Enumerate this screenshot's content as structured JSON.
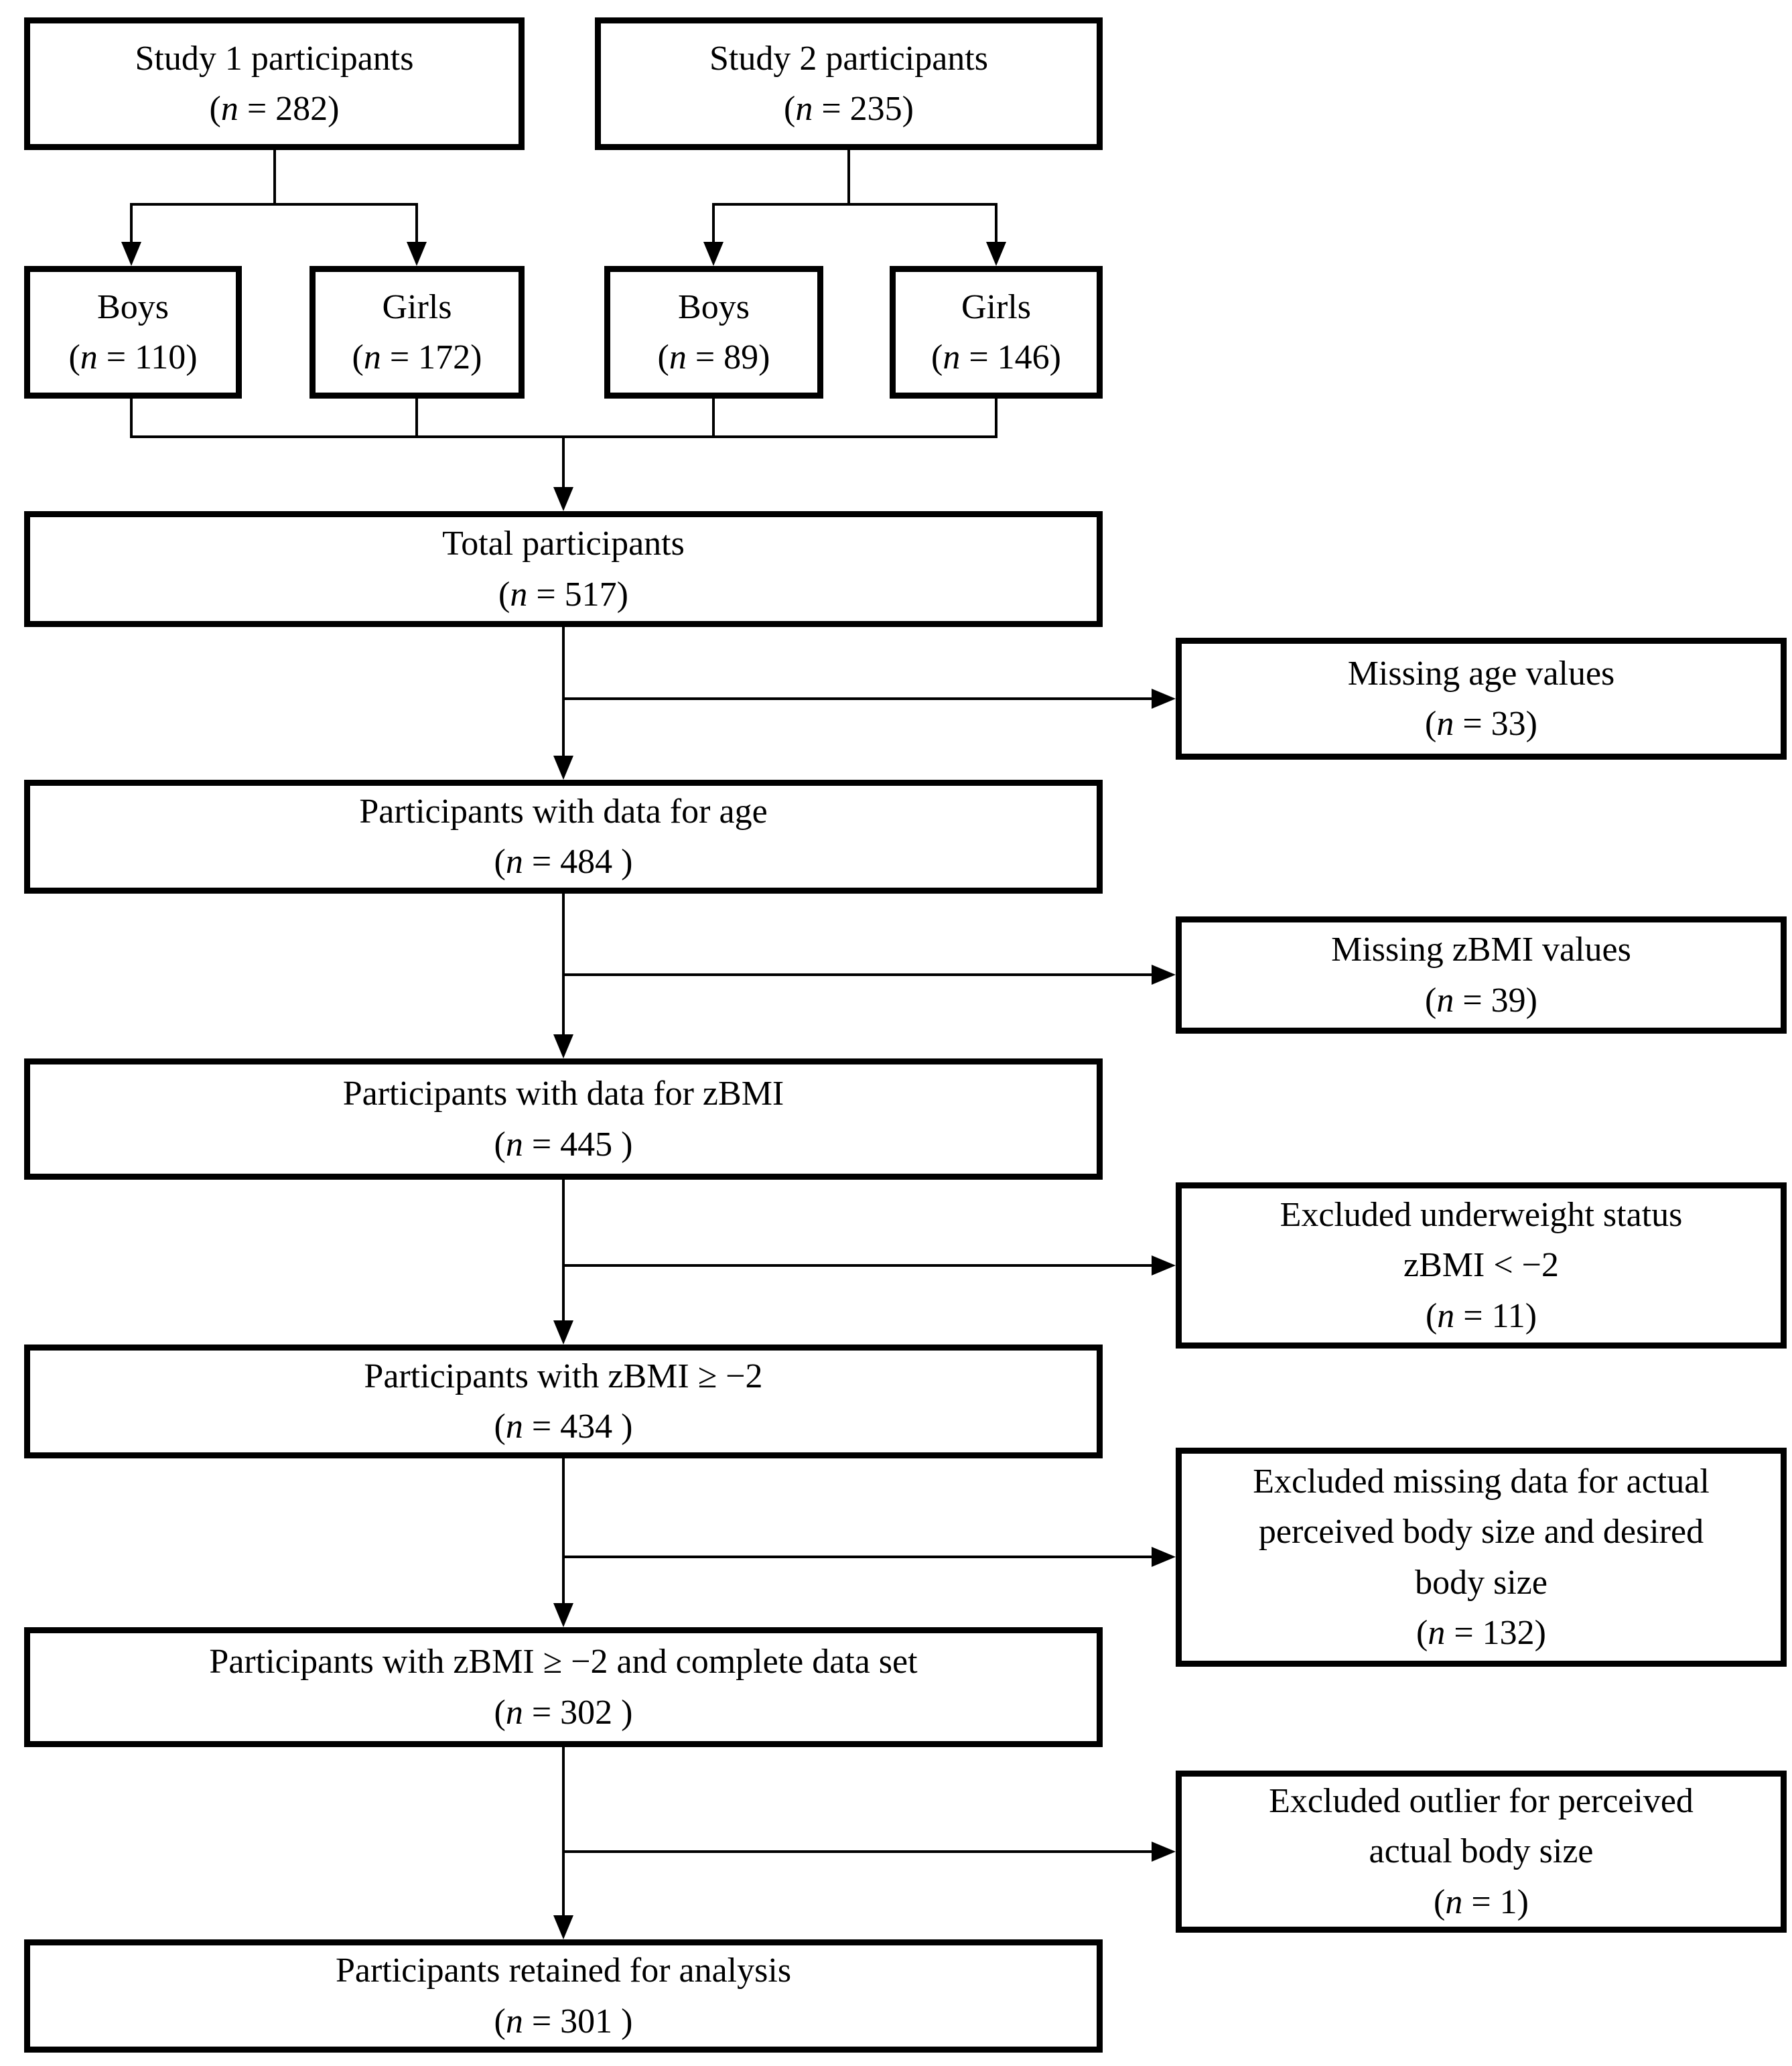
{
  "colors": {
    "line": "#000000",
    "background": "#ffffff"
  },
  "nodes": {
    "study1": {
      "title": "Study 1 participants",
      "n_open": "(",
      "n_var": "n",
      "n_rest": " = 282)"
    },
    "study2": {
      "title": "Study 2 participants",
      "n_open": "(",
      "n_var": "n",
      "n_rest": " = 235)"
    },
    "boys1": {
      "title": "Boys",
      "n_open": "(",
      "n_var": "n",
      "n_rest": " = 110)"
    },
    "girls1": {
      "title": "Girls",
      "n_open": "(",
      "n_var": "n",
      "n_rest": " = 172)"
    },
    "boys2": {
      "title": "Boys",
      "n_open": "(",
      "n_var": "n",
      "n_rest": " = 89)"
    },
    "girls2": {
      "title": "Girls",
      "n_open": "(",
      "n_var": "n",
      "n_rest": " = 146)"
    },
    "total": {
      "title": "Total participants",
      "n_open": "(",
      "n_var": "n",
      "n_rest": " = 517)"
    },
    "age": {
      "title": "Participants with data for age",
      "n_open": "(",
      "n_var": "n",
      "n_rest": " = 484 )"
    },
    "zbmi": {
      "title": "Participants with data for zBMI",
      "n_open": "(",
      "n_var": "n",
      "n_rest": " = 445 )"
    },
    "gezbmi": {
      "title": "Participants with zBMI ≥ −2",
      "n_open": "(",
      "n_var": "n",
      "n_rest": " = 434 )"
    },
    "complete": {
      "title": "Participants with zBMI ≥ −2 and complete data set",
      "n_open": "(",
      "n_var": "n",
      "n_rest": " = 302 )"
    },
    "retained": {
      "title": "Participants retained for analysis",
      "n_open": "(",
      "n_var": "n",
      "n_rest": " = 301 )"
    },
    "excl_age": {
      "title": "Missing age values",
      "n_open": "(",
      "n_var": "n",
      "n_rest": " = 33)"
    },
    "excl_zbmi": {
      "title": "Missing zBMI values",
      "n_open": "(",
      "n_var": "n",
      "n_rest": " = 39)"
    },
    "excl_uw": {
      "title": "Excluded underweight status\nzBMI < −2",
      "n_open": "(",
      "n_var": "n",
      "n_rest": " = 11)"
    },
    "excl_missing": {
      "title": "Excluded missing data for actual\nperceived body size and desired\nbody size",
      "n_open": "(",
      "n_var": "n",
      "n_rest": " = 132)"
    },
    "excl_outlier": {
      "title": "Excluded outlier for perceived\nactual body size",
      "n_open": "(",
      "n_var": "n",
      "n_rest": " = 1)"
    }
  }
}
